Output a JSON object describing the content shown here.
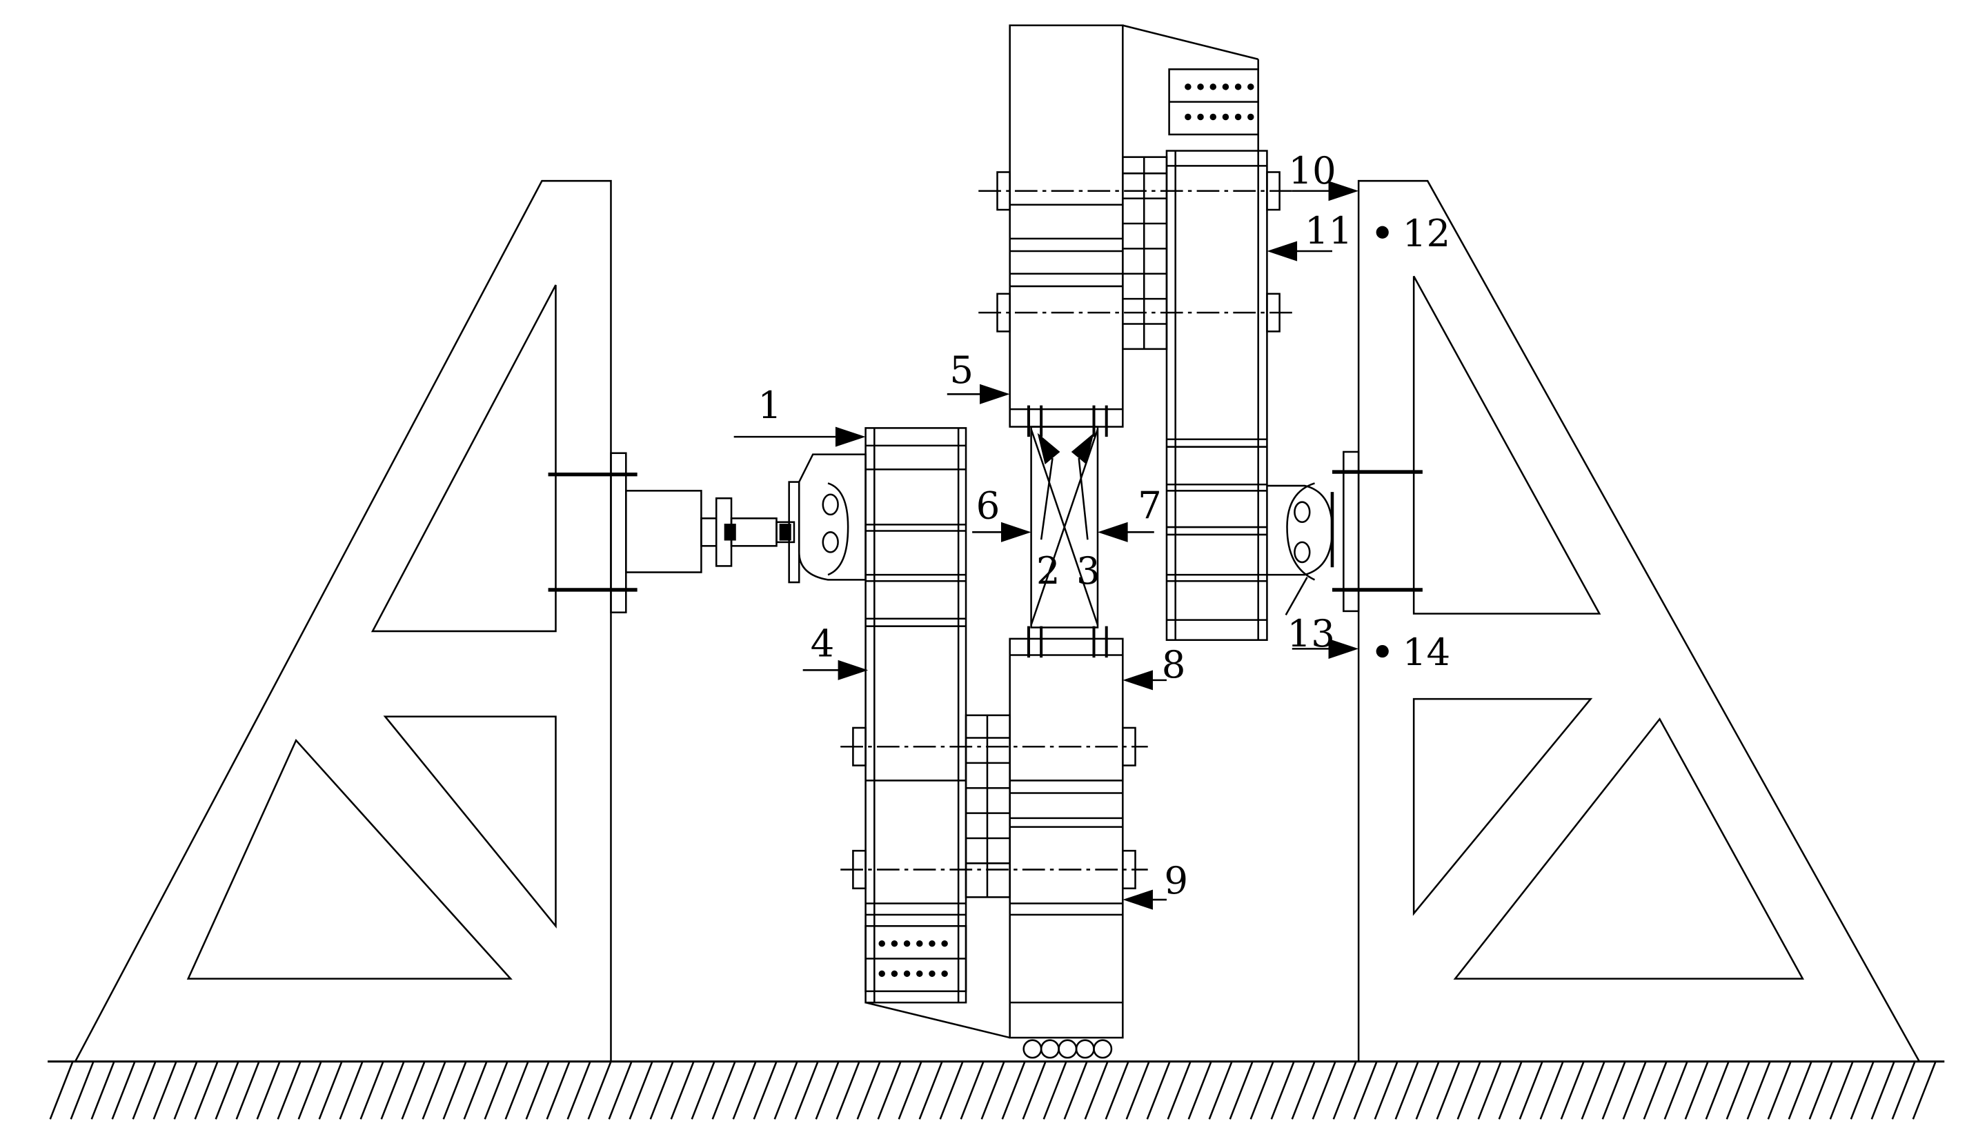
{
  "colors": {
    "line": "#000000",
    "background": "#ffffff"
  },
  "callouts": {
    "c1": "1",
    "c2": "2",
    "c3": "3",
    "c4": "4",
    "c5": "5",
    "c6": "6",
    "c7": "7",
    "c8": "8",
    "c9": "9",
    "c10": "10",
    "c11": "11",
    "c12": "12",
    "c13": "13",
    "c14": "14"
  }
}
